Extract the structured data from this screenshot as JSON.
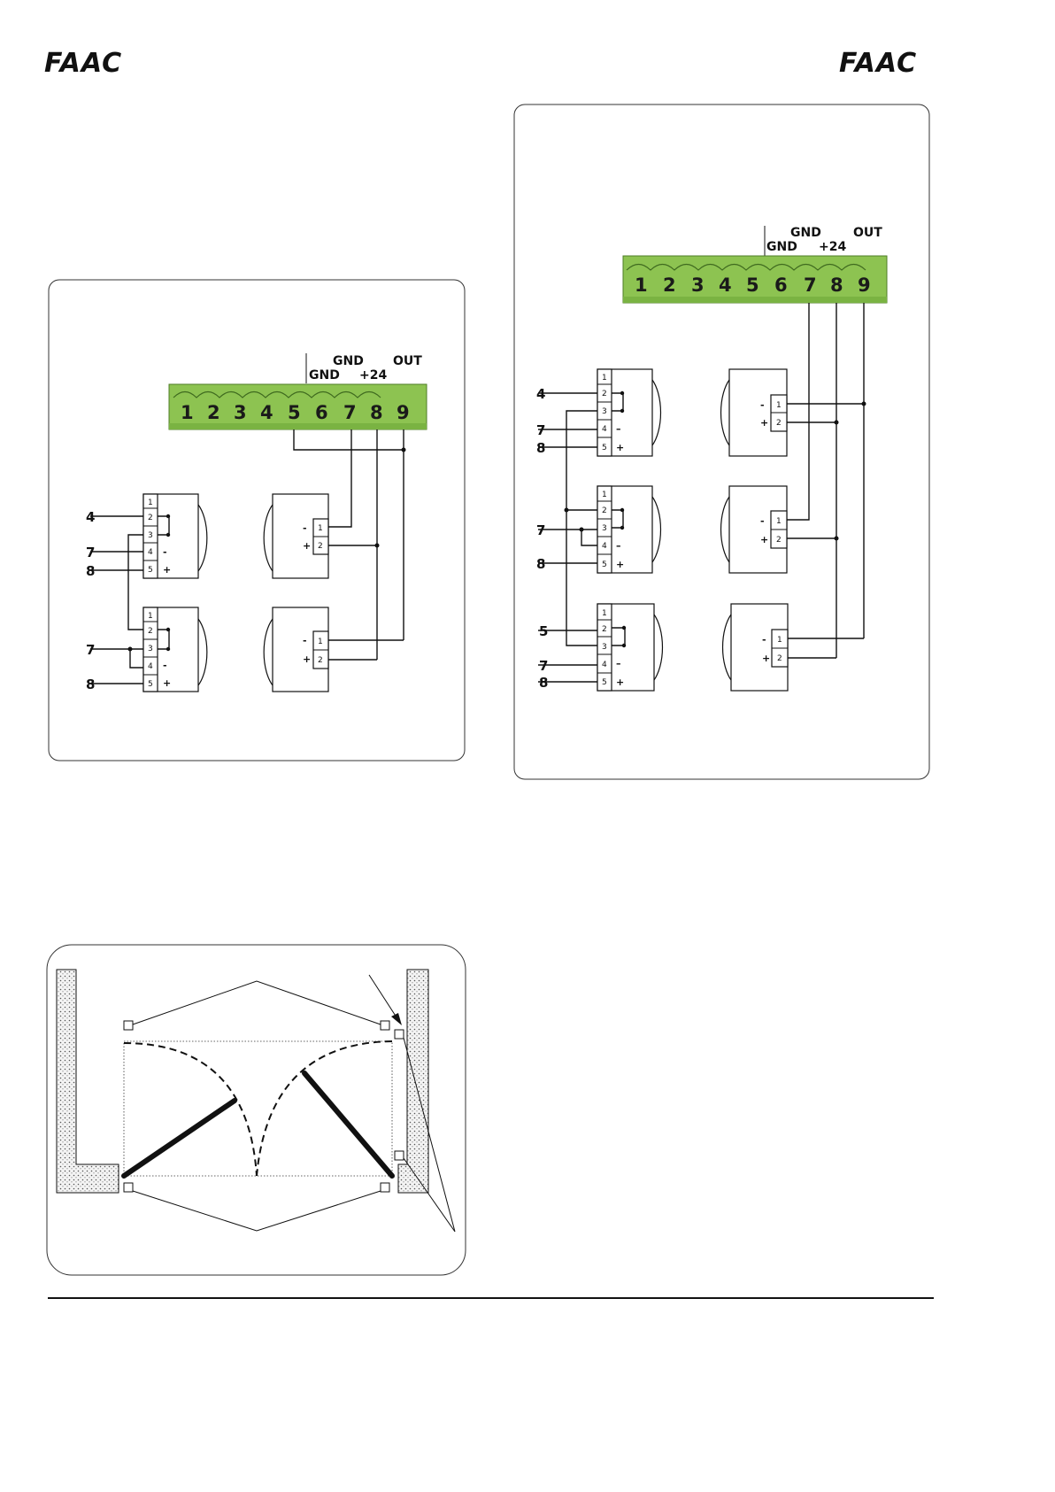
{
  "header": {
    "logo_left": "FAAC",
    "logo_right": "FAAC"
  },
  "terminal_block": {
    "terminals": [
      "1",
      "2",
      "3",
      "4",
      "5",
      "6",
      "7",
      "8",
      "9"
    ],
    "labels": {
      "gnd_upper": "GND",
      "gnd_lower": "GND",
      "plus24": "+24",
      "out": "OUT"
    }
  },
  "diagram_two_pairs": {
    "tx_pins": [
      "1",
      "2",
      "3",
      "4",
      "5"
    ],
    "rx_pins": [
      "1",
      "2"
    ],
    "tx_signs": [
      "-",
      "+"
    ],
    "rx_signs": [
      "-",
      "+"
    ],
    "pair1_wires": [
      "4",
      "7",
      "8"
    ],
    "pair2_wires": [
      "7",
      "8"
    ]
  },
  "diagram_three_pairs": {
    "tx_pins": [
      "1",
      "2",
      "3",
      "4",
      "5"
    ],
    "rx_pins": [
      "1",
      "2"
    ],
    "tx_signs": [
      "–",
      "+"
    ],
    "rx_signs": [
      "-",
      "+"
    ],
    "pair1_wires": [
      "4",
      "7",
      "8"
    ],
    "pair2_wires": [
      "7",
      "8"
    ],
    "pair3_wires": [
      "5",
      "7",
      "8"
    ]
  },
  "colors": {
    "terminal_green": "#8dc351",
    "terminal_green_dark": "#6aa23a",
    "line": "#111111",
    "wall_fill": "#e8e8e8"
  }
}
